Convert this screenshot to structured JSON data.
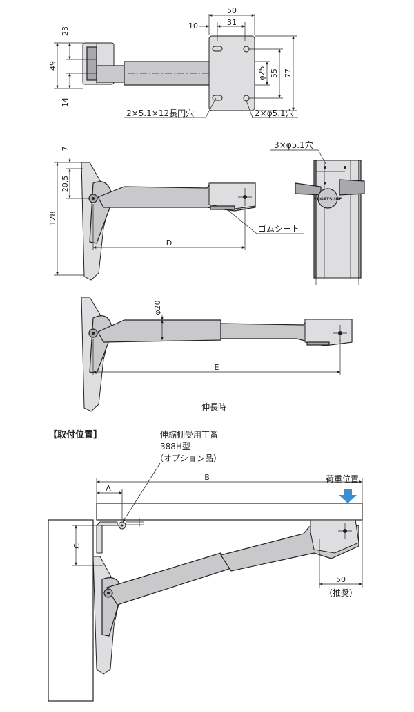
{
  "top_view": {
    "dim_50": "50",
    "dim_10": "10",
    "dim_31": "31",
    "dim_23": "23",
    "dim_49": "49",
    "dim_14": "14",
    "dim_phi25": "φ25",
    "dim_55": "55",
    "dim_77": "77",
    "label_slot": "2×5.1×12長円穴",
    "label_hole": "2×φ5.1穴"
  },
  "side_view": {
    "dim_7": "7",
    "dim_128": "128",
    "dim_20_5": "20.5",
    "dim_D": "D",
    "label_rubber": "ゴムシート",
    "label_holes3": "3×φ5.1穴",
    "logo": "SUGATSUNE"
  },
  "extended_view": {
    "dim_phi20": "φ20",
    "dim_E": "E",
    "caption": "伸長時"
  },
  "mounting": {
    "title": "【取付位置】",
    "hinge_line1": "伸縮棚受用丁番",
    "hinge_line2": "388H型",
    "hinge_line3": "（オプション品）",
    "dim_A": "A",
    "dim_B": "B",
    "dim_C": "C",
    "load_label": "荷重位置",
    "dim_50": "50",
    "dim_50_note": "（推奨）"
  },
  "colors": {
    "part_fill": "#c9c9cc",
    "arrow_blue": "#3d8fd1"
  }
}
